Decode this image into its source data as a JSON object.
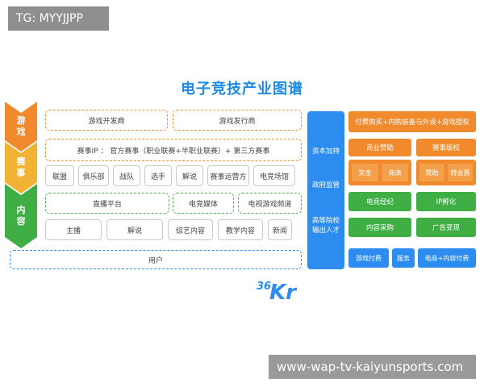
{
  "overlay_top": "TG: MYYJJPP",
  "title": "电子竞技产业图谱",
  "stages": [
    "游戏",
    "赛事",
    "内容"
  ],
  "row_dev": {
    "developer": "游戏开发商",
    "publisher": "游戏发行商"
  },
  "row_ip": "赛事IP ： 官方赛事（职业联赛+半职业联赛）+ 第三方赛事",
  "row_event_items": [
    "联盟",
    "俱乐部",
    "战队",
    "选手",
    "解说",
    "赛事运营方",
    "电竞场馆"
  ],
  "row_platform": {
    "live": "直播平台",
    "media": "电竞媒体",
    "tv": "电视游戏频道"
  },
  "row_content_items": [
    "主播",
    "解说",
    "综艺内容",
    "教学内容",
    "新闻"
  ],
  "users": "用户",
  "blue_column": {
    "capital": "资本加持",
    "government": "政府监管",
    "university_line1": "高等院校",
    "university_line2": "输出人才"
  },
  "right": {
    "top_bar": "付费购买+内购装备与外设+游戏授权",
    "sponsor": "商业赞助",
    "broadcast": "赛事版权",
    "prize": "奖金",
    "commercial": "商演",
    "sponsorship": "赞助",
    "membership": "转会费",
    "agency": "电竞经纪",
    "ip_incubation": "IP孵化",
    "procurement": "内容采购",
    "ads": "广告变现",
    "game_pay": "游戏付费",
    "service": "服务",
    "ecommerce": "电商+内容付费"
  },
  "logo": {
    "num": "36",
    "letters": "Kr"
  },
  "watermark": "www-wap-tv-kaiyunsports.com",
  "colors": {
    "orange": "#f08a2c",
    "yellow": "#f2b233",
    "green": "#3fae45",
    "blue": "#2d8cf0"
  }
}
